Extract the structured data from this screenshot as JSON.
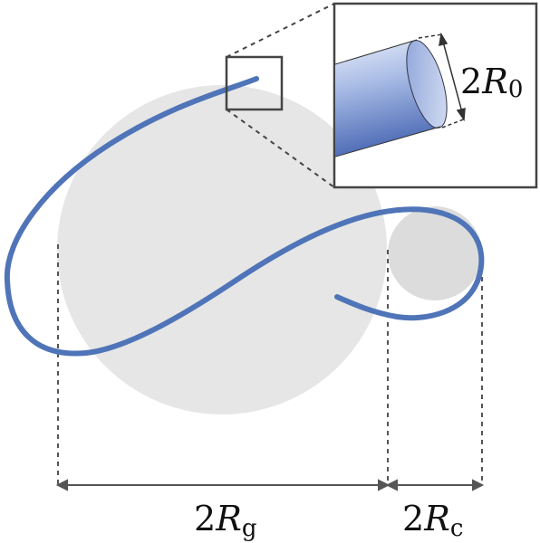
{
  "labels": {
    "rg": {
      "prefix": "2",
      "symbol": "R",
      "sub": "g"
    },
    "rc": {
      "prefix": "2",
      "symbol": "R",
      "sub": "c"
    },
    "r0": {
      "prefix": "2",
      "symbol": "R",
      "sub": "0"
    }
  },
  "colors": {
    "strand": "#4f74b8",
    "big_circle": "#e6e6e6",
    "small_circle": "#dddddd",
    "guides": "#555555",
    "frame": "#444444",
    "tube_light": "#c7d3ee",
    "tube_dark": "#3f5fae"
  }
}
